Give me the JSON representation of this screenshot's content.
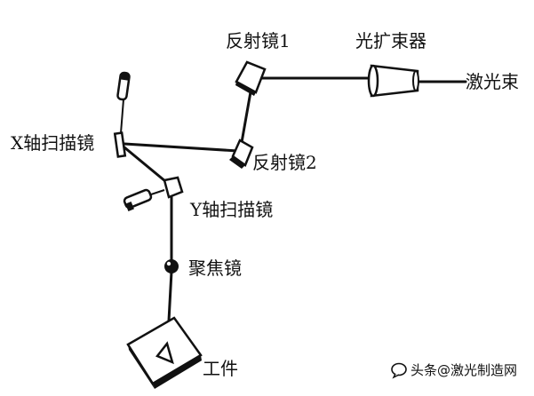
{
  "labels": {
    "mirror1": "反射镜1",
    "beam_expander": "光扩束器",
    "laser_beam": "激光束",
    "x_scan_mirror": "X轴扫描镜",
    "mirror2": "反射镜2",
    "y_scan_mirror": "Y轴扫描镜",
    "focus_lens": "聚焦镜",
    "workpiece": "工件"
  },
  "watermark": {
    "text": "头条@激光制造网"
  }
}
